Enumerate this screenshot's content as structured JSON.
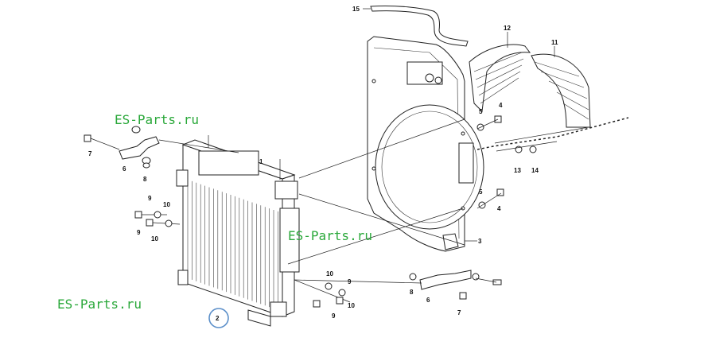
{
  "watermarks": [
    "ES-Parts.ru",
    "ES-Parts.ru",
    "ES-Parts.ru"
  ],
  "callouts": {
    "c15": "15",
    "c12": "12",
    "c11": "11",
    "c5a": "5",
    "c4a": "4",
    "c13": "13",
    "c14": "14",
    "c4b": "4",
    "c5b": "5",
    "c3": "3",
    "c7a": "7",
    "c6a": "6",
    "c8a": "8",
    "c1": "1",
    "c9a": "9",
    "c10a": "10",
    "c9b": "9",
    "c10b": "10",
    "c10c": "10",
    "c9c": "9",
    "c10d": "10",
    "c9d": "9",
    "c8b": "8",
    "c6b": "6",
    "c7b": "7",
    "c2": "2"
  },
  "colors": {
    "highlight_circle": "#5b8fc9",
    "watermark": "#2aa83a"
  }
}
